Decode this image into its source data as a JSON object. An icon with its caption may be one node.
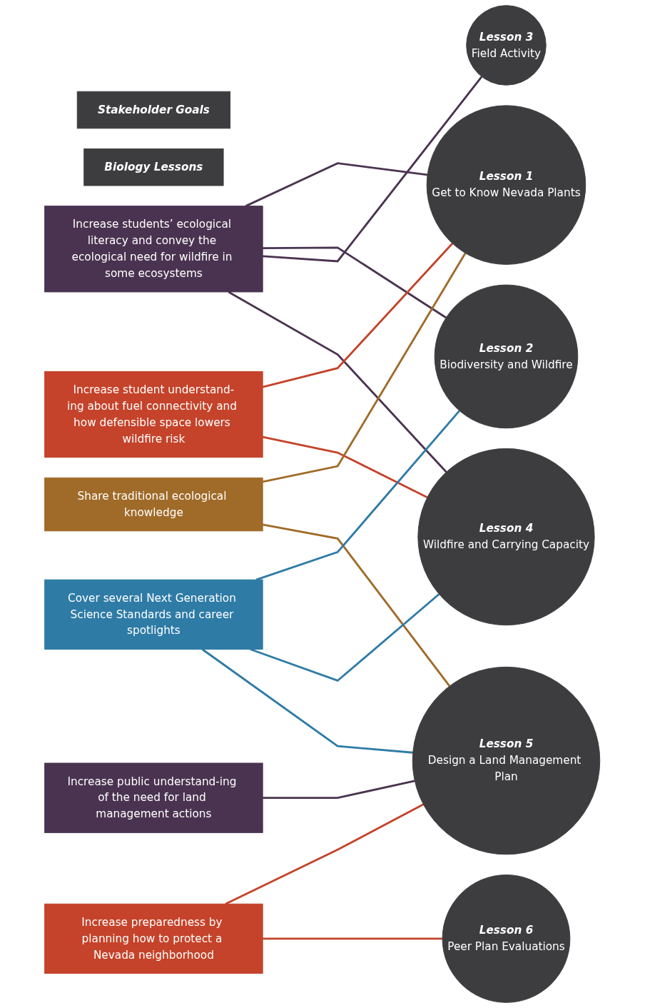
{
  "diagram": {
    "nodes": [
      {
        "text": [
          "Stakeholder Goals"
        ]
      },
      {
        "text": [
          "Biology Lessons"
        ]
      },
      {
        "text": [
          "Increase students’ ecological literacy and convey the ecological need for wildfire in some ecosystems"
        ]
      },
      {
        "text": [
          "Increase student understand-ing about fuel connectivity and how defensible space lowers wildfire risk"
        ]
      },
      {
        "text": [
          "Increase public understand-ing of the need for land management actions"
        ]
      },
      {
        "text": [
          "Increase preparedness by planning how to protect a Nevada neighborhood"
        ]
      },
      {
        "text": [
          "Share traditional ecological knowledge"
        ]
      },
      {
        "text": [
          "Cover several Next Generation Science Standards and career spotlights"
        ]
      },
      {
        "text": [
          "Lesson 1",
          "Get to Know Nevada Plants"
        ]
      },
      {
        "text": [
          "Lesson 2",
          "Biodiversity and Wildfire"
        ]
      },
      {
        "text": [
          "Lesson 3",
          "Field Activity"
        ]
      },
      {
        "text": [
          "Lesson 4",
          "Wildfire and Carrying Capacity"
        ]
      },
      {
        "text": [
          "Lesson 5",
          "Design a Land Management Plan"
        ]
      },
      {
        "text": [
          "Lesson 6",
          "Peer Plan Evaluations"
        ]
      }
    ],
    "edges": [
      {
        "from": 2,
        "to": 8,
        "arrow": "none",
        "color": "#4a3350"
      },
      {
        "from": 2,
        "to": 9,
        "arrow": "none",
        "color": "#4a3350"
      },
      {
        "from": 2,
        "to": 10,
        "arrow": "none",
        "color": "#4a3350"
      },
      {
        "from": 2,
        "to": 11,
        "arrow": "none",
        "color": "#4a3350"
      },
      {
        "from": 3,
        "to": 8,
        "arrow": "none",
        "color": "#c4432a"
      },
      {
        "from": 3,
        "to": 11,
        "arrow": "none",
        "color": "#c4432a"
      },
      {
        "from": 4,
        "to": 12,
        "arrow": "none",
        "color": "#4a3350"
      },
      {
        "from": 5,
        "to": 12,
        "arrow": "none",
        "color": "#c4432a"
      },
      {
        "from": 5,
        "to": 13,
        "arrow": "none",
        "color": "#c4432a"
      },
      {
        "from": 6,
        "to": 8,
        "arrow": "none",
        "color": "#a06a28"
      },
      {
        "from": 6,
        "to": 12,
        "arrow": "none",
        "color": "#a06a28"
      },
      {
        "from": 7,
        "to": 9,
        "arrow": "none",
        "color": "#2e7ba6"
      },
      {
        "from": 7,
        "to": 11,
        "arrow": "none",
        "color": "#2e7ba6"
      },
      {
        "from": 7,
        "to": 12,
        "arrow": "none",
        "color": "#2e7ba6"
      }
    ]
  }
}
